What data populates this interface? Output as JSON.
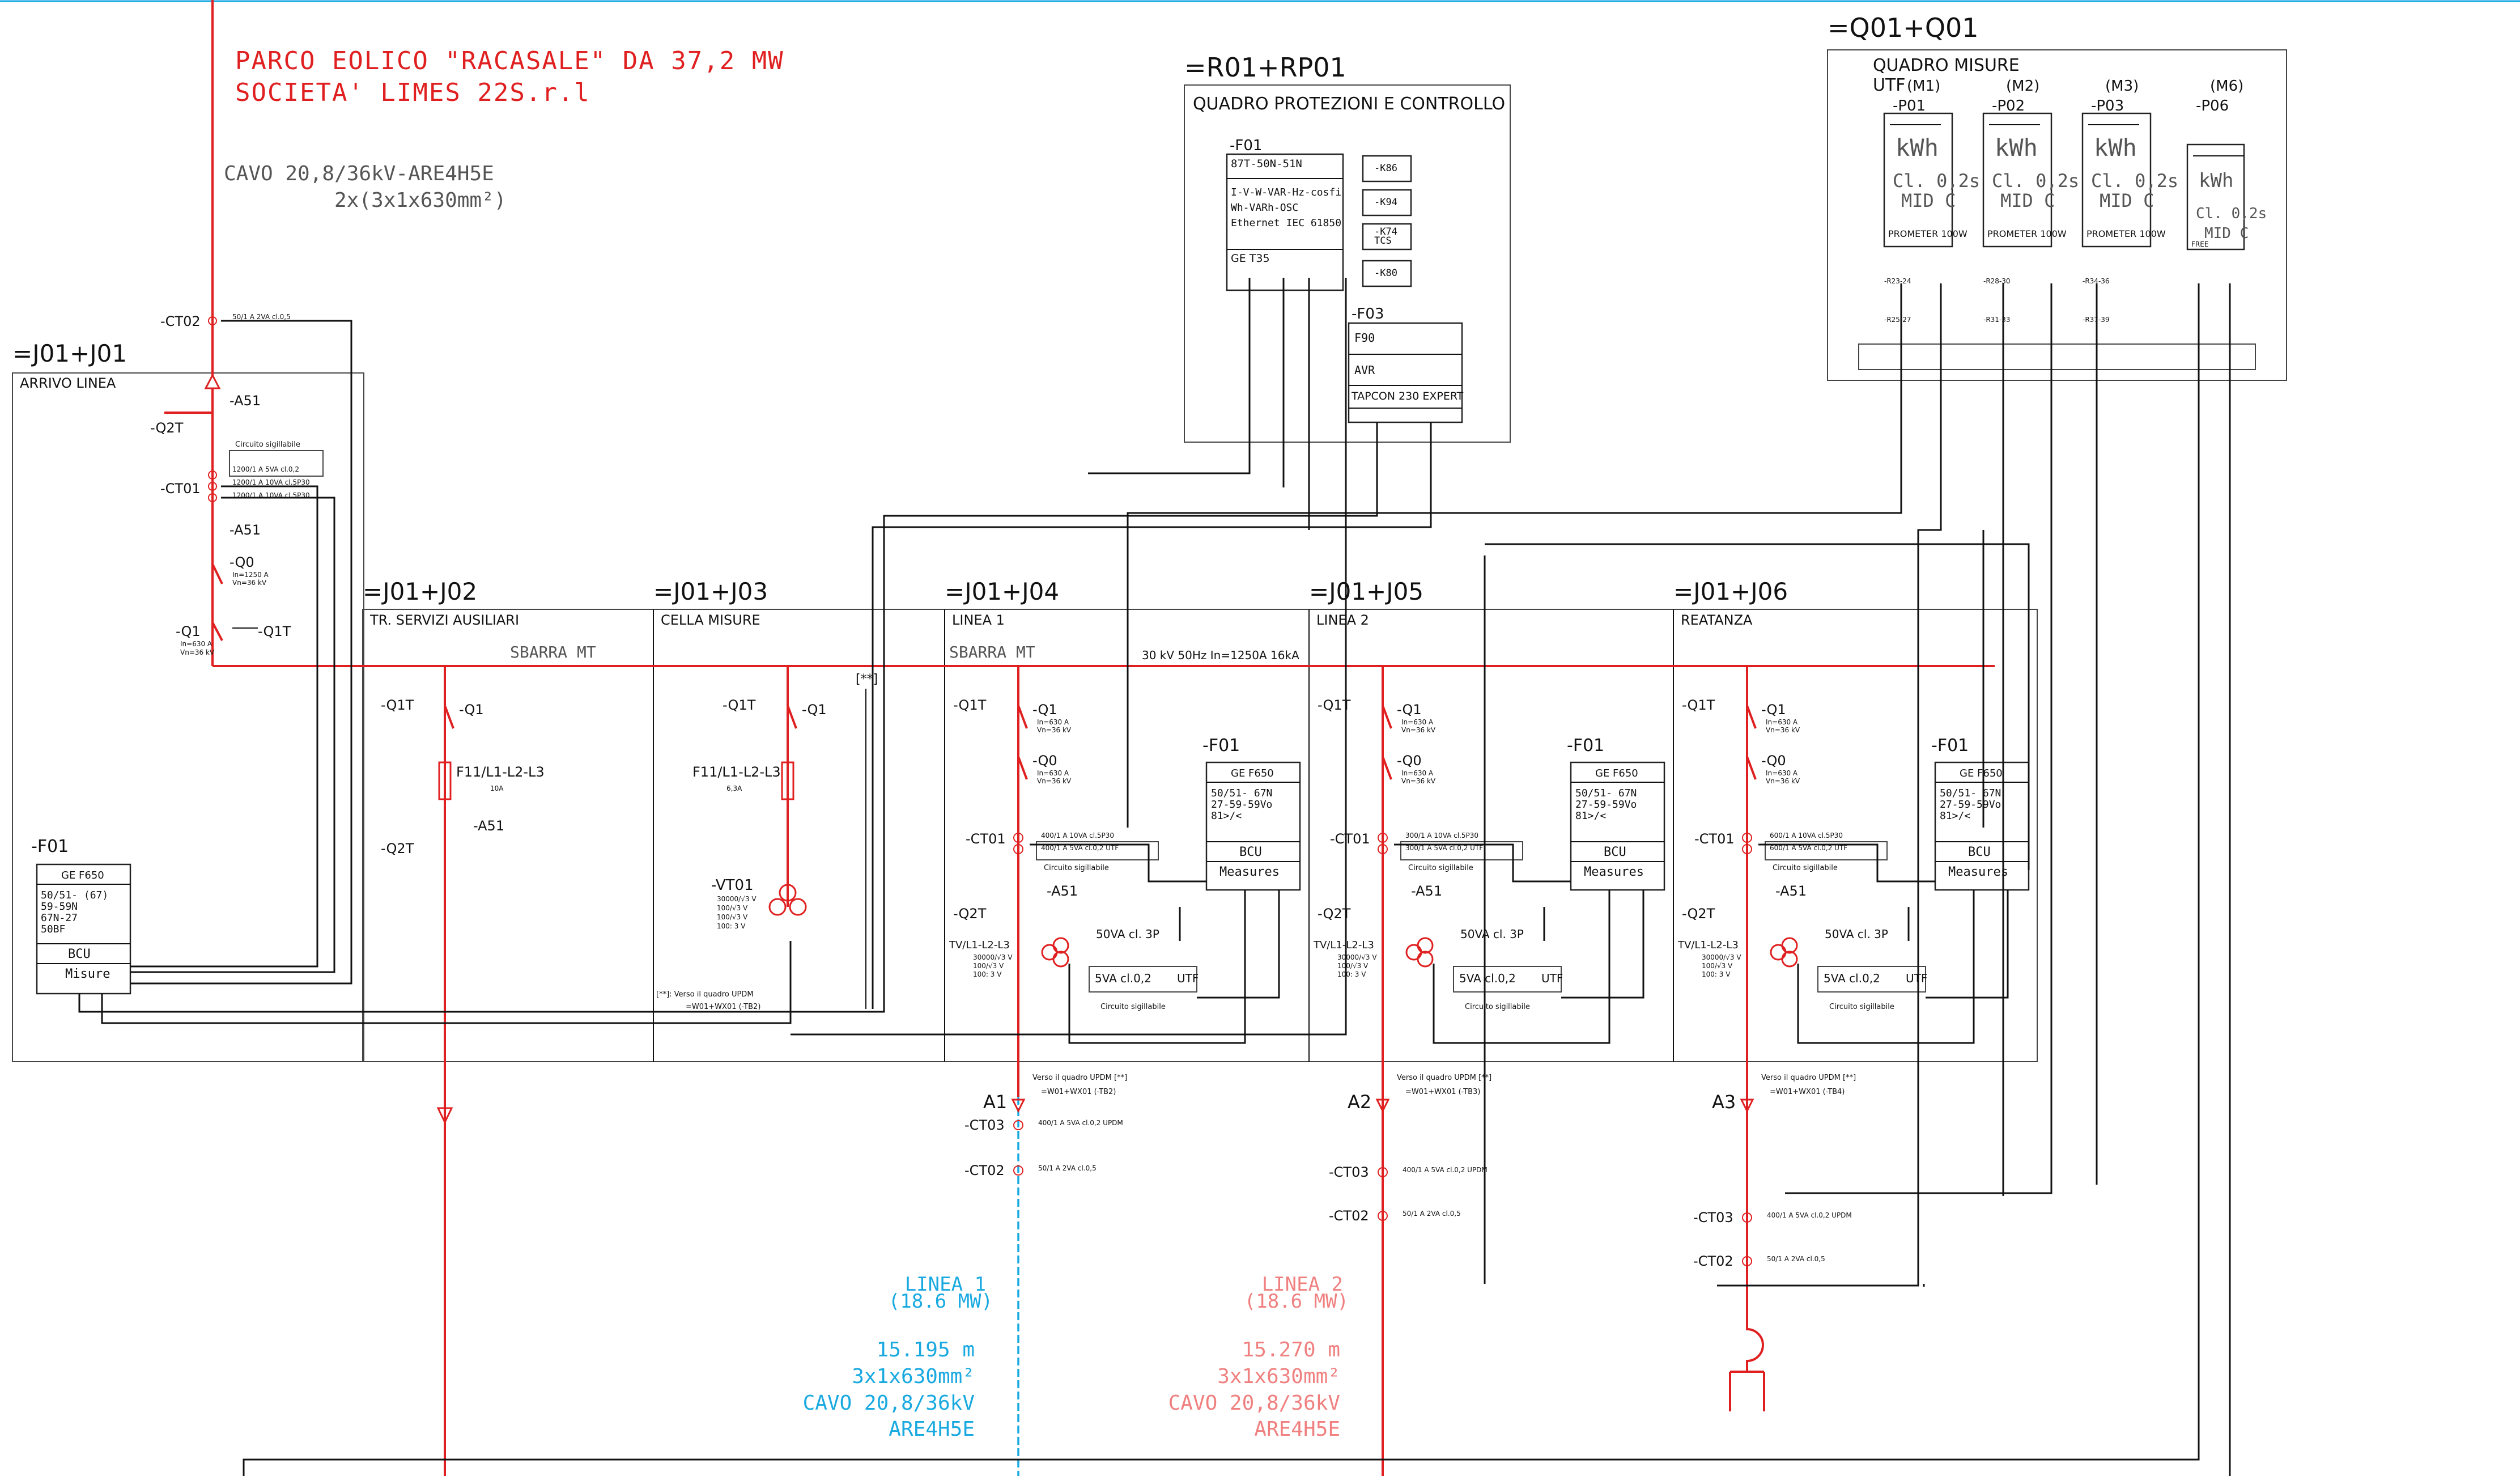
{
  "header": {
    "title_line1": "PARCO EOLICO \"RACASALE\" DA 37,2 MW",
    "title_line2": "SOCIETA' LIMES 22S.r.l",
    "cable_line1": "CAVO 20,8/36kV-ARE4H5E",
    "cable_line2": "2x(3x1x630mm²)"
  },
  "protection_panel": {
    "tag": "=R01+RP01",
    "title": "QUADRO PROTEZIONI E CONTROLLO",
    "f01_tag": "-F01",
    "f01_funcs": "87T-50N-51N",
    "f01_meas1": "I-V-W-VAR-Hz-cosfi",
    "f01_meas2": "Wh-VARh-OSC",
    "f01_meas3": "Ethernet IEC 61850",
    "f01_model": "GE T35",
    "relays": [
      "-K86",
      "-K94",
      "-K74\nTCS",
      "-K80"
    ],
    "f03_tag": "-F03",
    "f03_f90": "F90",
    "f03_avr": "AVR",
    "f03_model": "TAPCON 230 EXPERT"
  },
  "meter_panel": {
    "tag": "=Q01+Q01",
    "title": "QUADRO MISURE",
    "utf": "UTF",
    "meters": [
      {
        "m": "(M1)",
        "tag": "-P01",
        "unit": "kWh",
        "cl": "Cl. 0,2s",
        "mid": "MID C",
        "model": "PROMETER 100W",
        "s1": "-R23-24",
        "s2": "-R25-27"
      },
      {
        "m": "(M2)",
        "tag": "-P02",
        "unit": "kWh",
        "cl": "Cl. 0,2s",
        "mid": "MID C",
        "model": "PROMETER 100W",
        "s1": "-R28-30",
        "s2": "-R31-33"
      },
      {
        "m": "(M3)",
        "tag": "-P03",
        "unit": "kWh",
        "cl": "Cl. 0,2s",
        "mid": "MID C",
        "model": "PROMETER 100W",
        "s1": "-R34-36",
        "s2": "-R37-39"
      },
      {
        "m": "(M6)",
        "tag": "-P06",
        "unit": "kWh",
        "cl": "Cl. 0,2s",
        "mid": "MID C",
        "model": "FREE",
        "s1": "",
        "s2": ""
      }
    ]
  },
  "cells": [
    {
      "tag": "=J01+J01",
      "name": "ARRIVO LINEA"
    },
    {
      "tag": "=J01+J02",
      "name": "TR. SERVIZI AUSILIARI"
    },
    {
      "tag": "=J01+J03",
      "name": "CELLA MISURE"
    },
    {
      "tag": "=J01+J04",
      "name": "LINEA 1"
    },
    {
      "tag": "=J01+J05",
      "name": "LINEA 2"
    },
    {
      "tag": "=J01+J06",
      "name": "REATANZA"
    }
  ],
  "busbar": {
    "label_left": "SBARRA MT",
    "label_mid": "SBARRA MT",
    "rating": "30 kV 50Hz In=1250A 16kA"
  },
  "arrivo": {
    "ct02": "-CT02",
    "ct02_spec": "50/1 A 2VA cl.0,5",
    "a51": "-A51",
    "q2t": "-Q2T",
    "sealed": "Circuito sigillabile",
    "ct01": "-CT01",
    "ct01_s1": "1200/1 A 5VA cl.0,2",
    "ct01_s2": "1200/1 A 10VA cl.5P30",
    "ct01_s3": "1200/1 A 10VA cl.5P30",
    "a51b": "-A51",
    "q0": "-Q0",
    "q0_spec1": "In=1250 A",
    "q0_spec2": "Vn=36 kV",
    "q1": "-Q1",
    "q1_spec1": "In=630 A",
    "q1_spec2": "Vn=36 kV",
    "q1t": "-Q1T",
    "f01": "-F01",
    "f01_model": "GE F650",
    "f01_funcs": [
      "50/51- (67)",
      "59-59N",
      "67N-27",
      "50BF"
    ],
    "bcu": "BCU",
    "misure": "Misure"
  },
  "feeder_common": {
    "q1t": "-Q1T",
    "q1": "-Q1",
    "q1_spec1": "In=630 A",
    "q1_spec2": "Vn=36 kV",
    "q0": "-Q0",
    "q0_spec1": "In=630 A",
    "q0_spec2": "Vn=36 kV",
    "ct01": "-CT01",
    "a51": "-A51",
    "q2t": "-Q2T",
    "tv": "TV/L1-L2-L3",
    "tv_spec": [
      "30000/√3 V",
      "100/√3 V",
      "100: 3 V"
    ],
    "va50": "50VA cl. 3P",
    "va5": "5VA cl.0,2",
    "utf": "UTF",
    "sealed": "Circuito sigillabile",
    "f01": "-F01",
    "f01_model": "GE F650",
    "f01_funcs": [
      "50/51- 67N",
      "27-59-59Vo",
      "81>/<"
    ],
    "bcu": "BCU",
    "measures": "Measures",
    "ct03": "-CT03",
    "ct02": "-CT02",
    "ct03_spec": "400/1 A 5VA cl.0,2 UPDM",
    "ct02_spec": "50/1 A 2VA cl.0,5",
    "verso": "Verso il quadro UPDM [**]"
  },
  "feeders": [
    {
      "a": "A1",
      "ref": "=W01+WX01 (-TB2)",
      "ct_a": "400/1 A 10VA cl.5P30",
      "ct_b": "400/1 A 5VA cl.0,2 UTF"
    },
    {
      "a": "A2",
      "ref": "=W01+WX01 (-TB3)",
      "ct_a": "300/1 A 10VA cl.5P30",
      "ct_b": "300/1 A 5VA cl.0,2 UTF"
    },
    {
      "a": "A3",
      "ref": "=W01+WX01 (-TB4)",
      "ct_a": "600/1 A 10VA cl.5P30",
      "ct_b": "600/1 A 5VA cl.0,2 UTF"
    }
  ],
  "j02": {
    "q1t": "-Q1T",
    "q1": "-Q1",
    "fuse": "F11/L1-L2-L3",
    "fuse_spec": "10A",
    "a51": "-A51",
    "q2t": "-Q2T"
  },
  "j03": {
    "q1t": "-Q1T",
    "q1": "-Q1",
    "fuse": "F11/L1-L2-L3",
    "fuse_spec": "6,3A",
    "vt01": "-VT01",
    "vt_spec": [
      "30000/√3 V",
      "100/√3 V",
      "100/√3 V",
      "100: 3 V"
    ],
    "verso": "[**]: Verso il quadro UPDM",
    "verso_ref": "=W01+WX01 (-TB2)",
    "star": "[**]"
  },
  "lines": [
    {
      "name": "LINEA 1",
      "power": "(18.6 MW)",
      "length": "15.195 m",
      "section": "3x1x630mm²",
      "cable": "CAVO 20,8/36kV",
      "type": "ARE4H5E"
    },
    {
      "name": "LINEA 2",
      "power": "(18.6 MW)",
      "length": "15.270 m",
      "section": "3x1x630mm²",
      "cable": "CAVO 20,8/36kV",
      "type": "ARE4H5E"
    }
  ],
  "colors": {
    "power": "#e02020",
    "linea1": "#18a9e0",
    "linea2": "#f08080",
    "wire": "#111111"
  }
}
